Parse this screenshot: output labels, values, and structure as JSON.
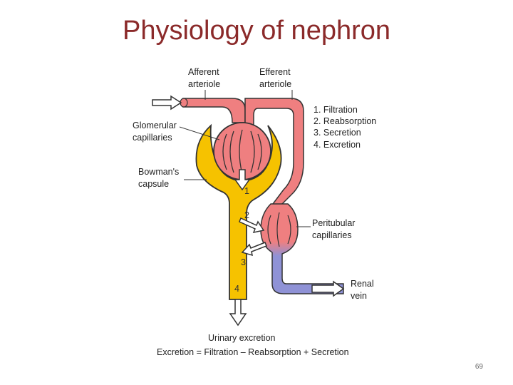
{
  "slide": {
    "title": "Physiology of nephron",
    "page_number": "69"
  },
  "labels": {
    "afferent_1": "Afferent",
    "afferent_2": "arteriole",
    "efferent_1": "Efferent",
    "efferent_2": "arteriole",
    "glomerular_1": "Glomerular",
    "glomerular_2": "capillaries",
    "bowman_1": "Bowman's",
    "bowman_2": "capsule",
    "peritubular_1": "Peritubular",
    "peritubular_2": "capillaries",
    "renal_1": "Renal",
    "renal_2": "vein",
    "urinary": "Urinary excretion",
    "equation": "Excretion = Filtration – Reabsorption + Secretion"
  },
  "processes": [
    "1. Filtration",
    "2. Reabsorption",
    "3. Secretion",
    "4. Excretion"
  ],
  "step_numbers": [
    "1",
    "2",
    "3",
    "4"
  ],
  "colors": {
    "title": "#8b2a2a",
    "artery": "#ef7f80",
    "vein": "#8f92d6",
    "tubule": "#f6c200",
    "outline": "#333333"
  }
}
